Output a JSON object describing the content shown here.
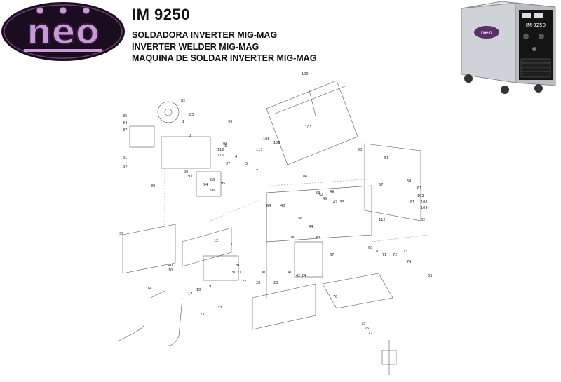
{
  "brand": {
    "logo_text": "neo"
  },
  "header": {
    "model": "IM 9250",
    "lines": [
      "SOLDADORA INVERTER MIG-MAG",
      "INVERTER WELDER MIG-MAG",
      "MAQUINA DE SOLDAR INVERTER MIG-MAG"
    ]
  },
  "machine": {
    "logo_text": "neo",
    "panel_label": "IM 9250"
  },
  "diagram": {
    "part_numbers": [
      "1",
      "2",
      "3",
      "4",
      "5",
      "7",
      "10",
      "12",
      "13",
      "14",
      "17",
      "18",
      "19",
      "20",
      "21",
      "22",
      "23",
      "24",
      "26",
      "28",
      "30",
      "31",
      "33",
      "36",
      "40",
      "41",
      "42",
      "43",
      "44",
      "45",
      "47",
      "48",
      "49",
      "50",
      "51",
      "53",
      "54",
      "55",
      "56",
      "57",
      "60",
      "61",
      "62",
      "63",
      "64",
      "67",
      "68",
      "70",
      "71",
      "72",
      "73",
      "74",
      "75",
      "76",
      "77",
      "78",
      "80",
      "81",
      "82",
      "83",
      "84",
      "85",
      "86",
      "87",
      "88",
      "89",
      "90",
      "91",
      "92",
      "93",
      "94",
      "95",
      "96",
      "97",
      "98",
      "99",
      "100",
      "101",
      "102",
      "105",
      "106",
      "108",
      "109",
      "110",
      "111",
      "112",
      "113"
    ]
  }
}
